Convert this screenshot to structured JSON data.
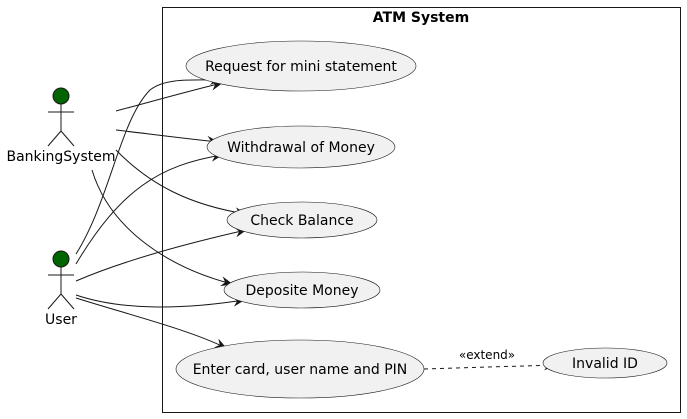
{
  "system": {
    "title": "ATM System"
  },
  "actors": {
    "banking": {
      "label": "BankingSystem",
      "head_color": "#006400"
    },
    "user": {
      "label": "User",
      "head_color": "#006400"
    }
  },
  "use_cases": {
    "mini_statement": "Request for mini statement",
    "withdrawal": "Withdrawal of Money",
    "check_balance": "Check Balance",
    "deposit": "Deposite Money",
    "enter_card": "Enter card, user name and PIN",
    "invalid_id": "Invalid ID"
  },
  "relations": {
    "extend_label": "«extend»"
  },
  "colors": {
    "use_case_fill": "#f1f1f1",
    "line": "#181818",
    "actor_head": "#006400"
  }
}
